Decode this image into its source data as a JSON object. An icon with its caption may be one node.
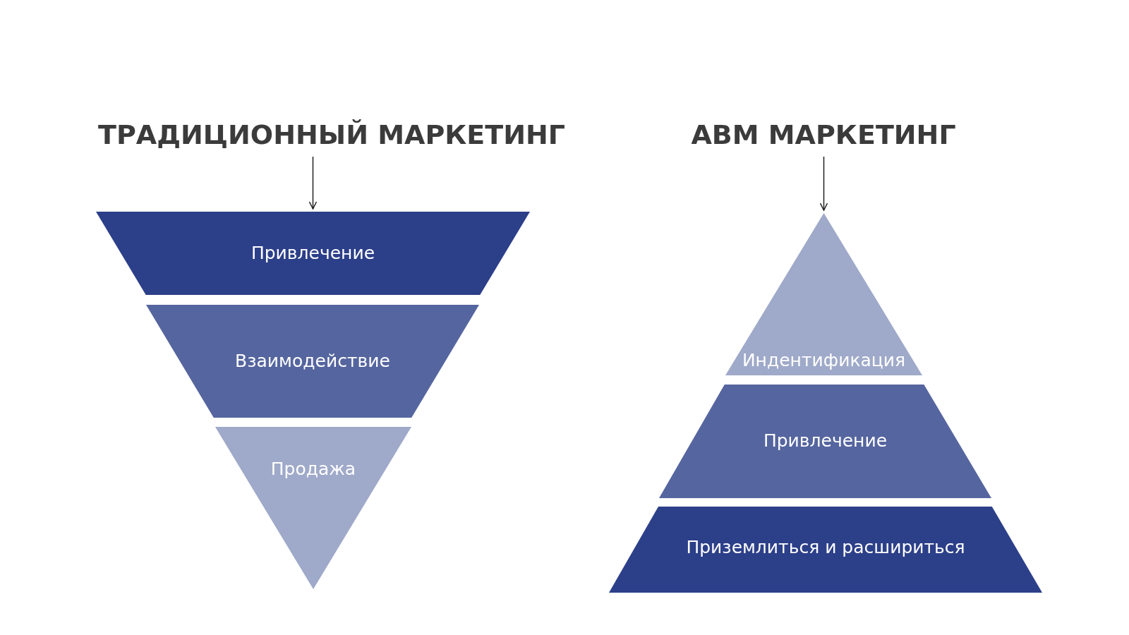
{
  "diagram": {
    "nodes": [
      {
        "text": [
          "ТРАДИЦИОННЫЙ МАРКЕТИНГ"
        ]
      },
      {
        "text": [
          "Привлечение"
        ]
      },
      {
        "text": [
          "Взаимодействие"
        ]
      },
      {
        "text": [
          "Продажа"
        ]
      },
      {
        "text": [
          "ABM МАРКЕТИНГ"
        ]
      },
      {
        "text": [
          "Индентификация"
        ]
      },
      {
        "text": [
          "Привлечение"
        ]
      },
      {
        "text": [
          "Приземлиться и расшириться"
        ]
      }
    ],
    "edges": [
      {
        "from": 0,
        "to": 1,
        "arrow": "to"
      },
      {
        "from": 4,
        "to": 5,
        "arrow": "to"
      }
    ]
  }
}
